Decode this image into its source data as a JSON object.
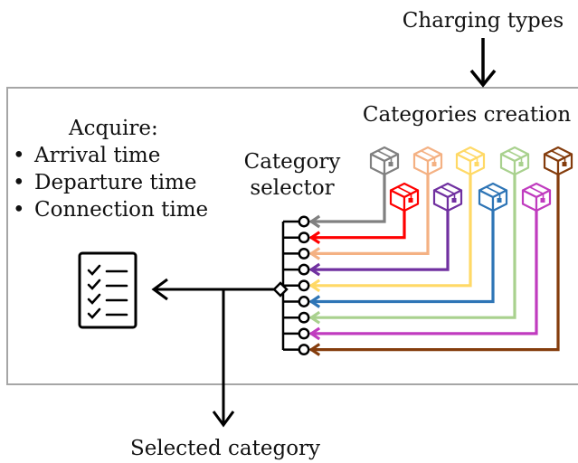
{
  "labels": {
    "charging_types": "Charging types",
    "categories_creation": "Categories creation",
    "category_selector_line1": "Category",
    "category_selector_line2": "selector",
    "acquire_title": "Acquire:",
    "acquire_items": [
      "Arrival time",
      "Departure time",
      "Connection time"
    ],
    "selected_category": "Selected category",
    "bullet": "•"
  },
  "categories": [
    {
      "row": "top",
      "color": "#808080",
      "icon": "box-icon"
    },
    {
      "row": "top",
      "color": "#f4b183",
      "icon": "box-icon"
    },
    {
      "row": "top",
      "color": "#ffd966",
      "icon": "box-icon"
    },
    {
      "row": "top",
      "color": "#a9d18e",
      "icon": "box-icon"
    },
    {
      "row": "top",
      "color": "#843c0c",
      "icon": "box-icon"
    },
    {
      "row": "bottom",
      "color": "#ff0000",
      "icon": "box-icon"
    },
    {
      "row": "bottom",
      "color": "#7030a0",
      "icon": "box-icon"
    },
    {
      "row": "bottom",
      "color": "#2e75b6",
      "icon": "box-icon"
    },
    {
      "row": "bottom",
      "color": "#c03bbf",
      "icon": "box-icon"
    }
  ],
  "selector_order": [
    "#808080",
    "#ff0000",
    "#f4b183",
    "#7030a0",
    "#ffd966",
    "#2e75b6",
    "#a9d18e",
    "#c03bbf",
    "#843c0c"
  ]
}
